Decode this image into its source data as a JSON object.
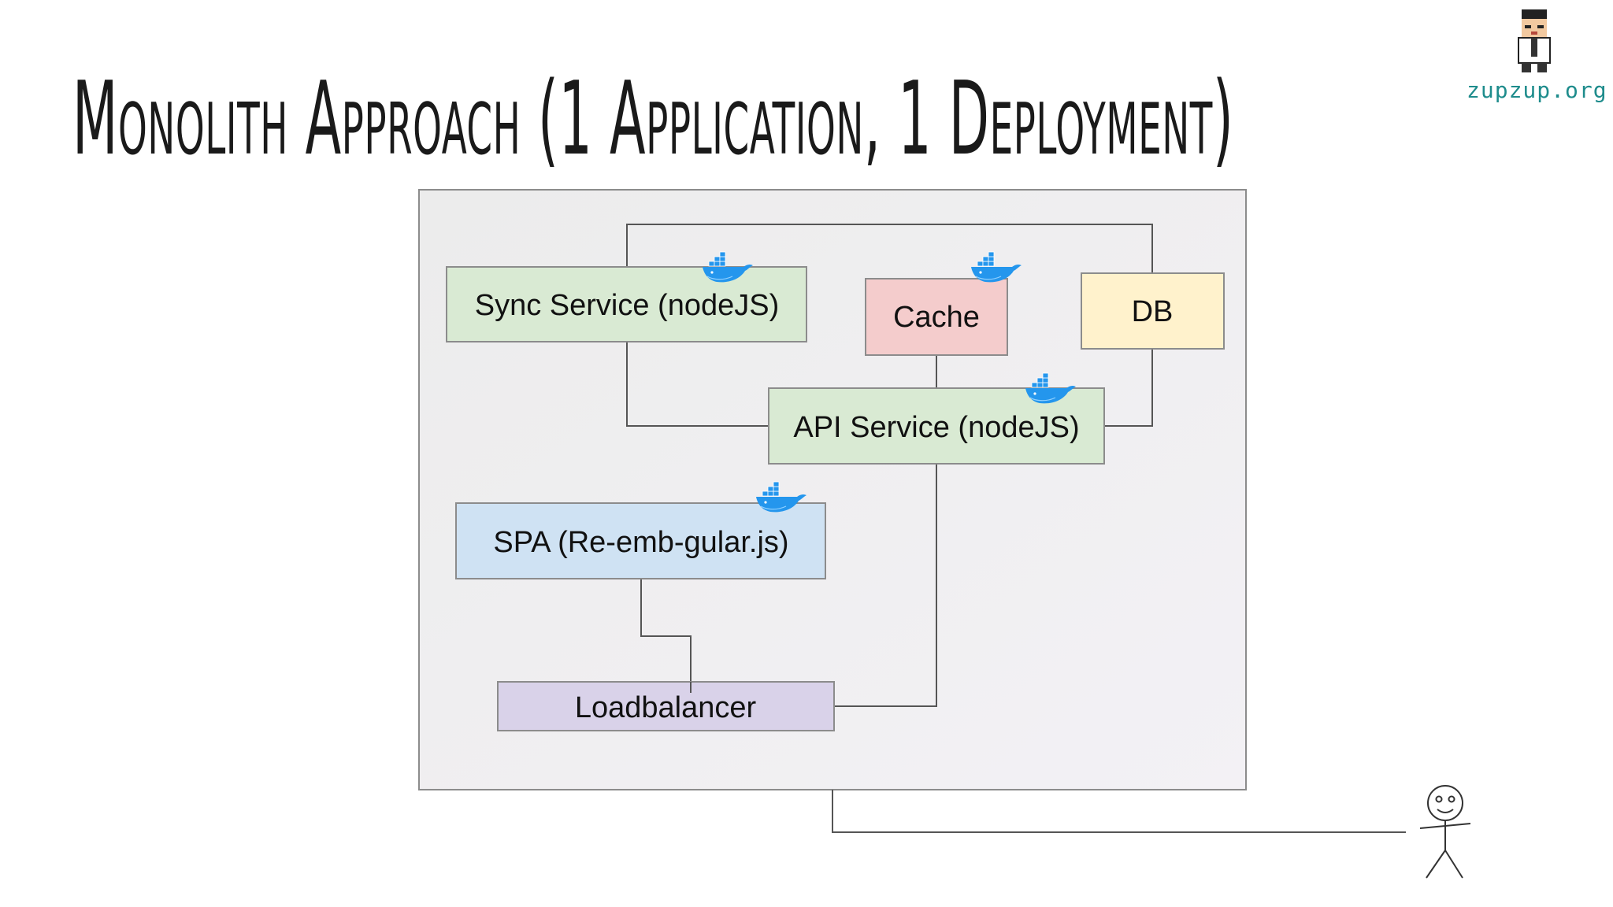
{
  "title": "Monolith Approach (1 Application, 1 Deployment)",
  "brand": "zupzup.org",
  "diagram": {
    "sync_service": "Sync Service (nodeJS)",
    "cache": "Cache",
    "db": "DB",
    "api_service": "API Service (nodeJS)",
    "spa": "SPA (Re-emb-gular.js)",
    "loadbalancer": "Loadbalancer"
  },
  "colors": {
    "container_fill": "#efefef",
    "container_stroke": "#8c8c8c",
    "sync_fill": "#d9ead3",
    "cache_fill": "#f4cccc",
    "db_fill": "#fff2cc",
    "api_fill": "#d9ead3",
    "spa_fill": "#cfe2f3",
    "lb_fill": "#d9d2e9",
    "docker_blue": "#2496ed",
    "brand": "#1e8c8c"
  },
  "icons": [
    "docker-whale-icon",
    "user-stick-figure-icon",
    "avatar-icon"
  ]
}
